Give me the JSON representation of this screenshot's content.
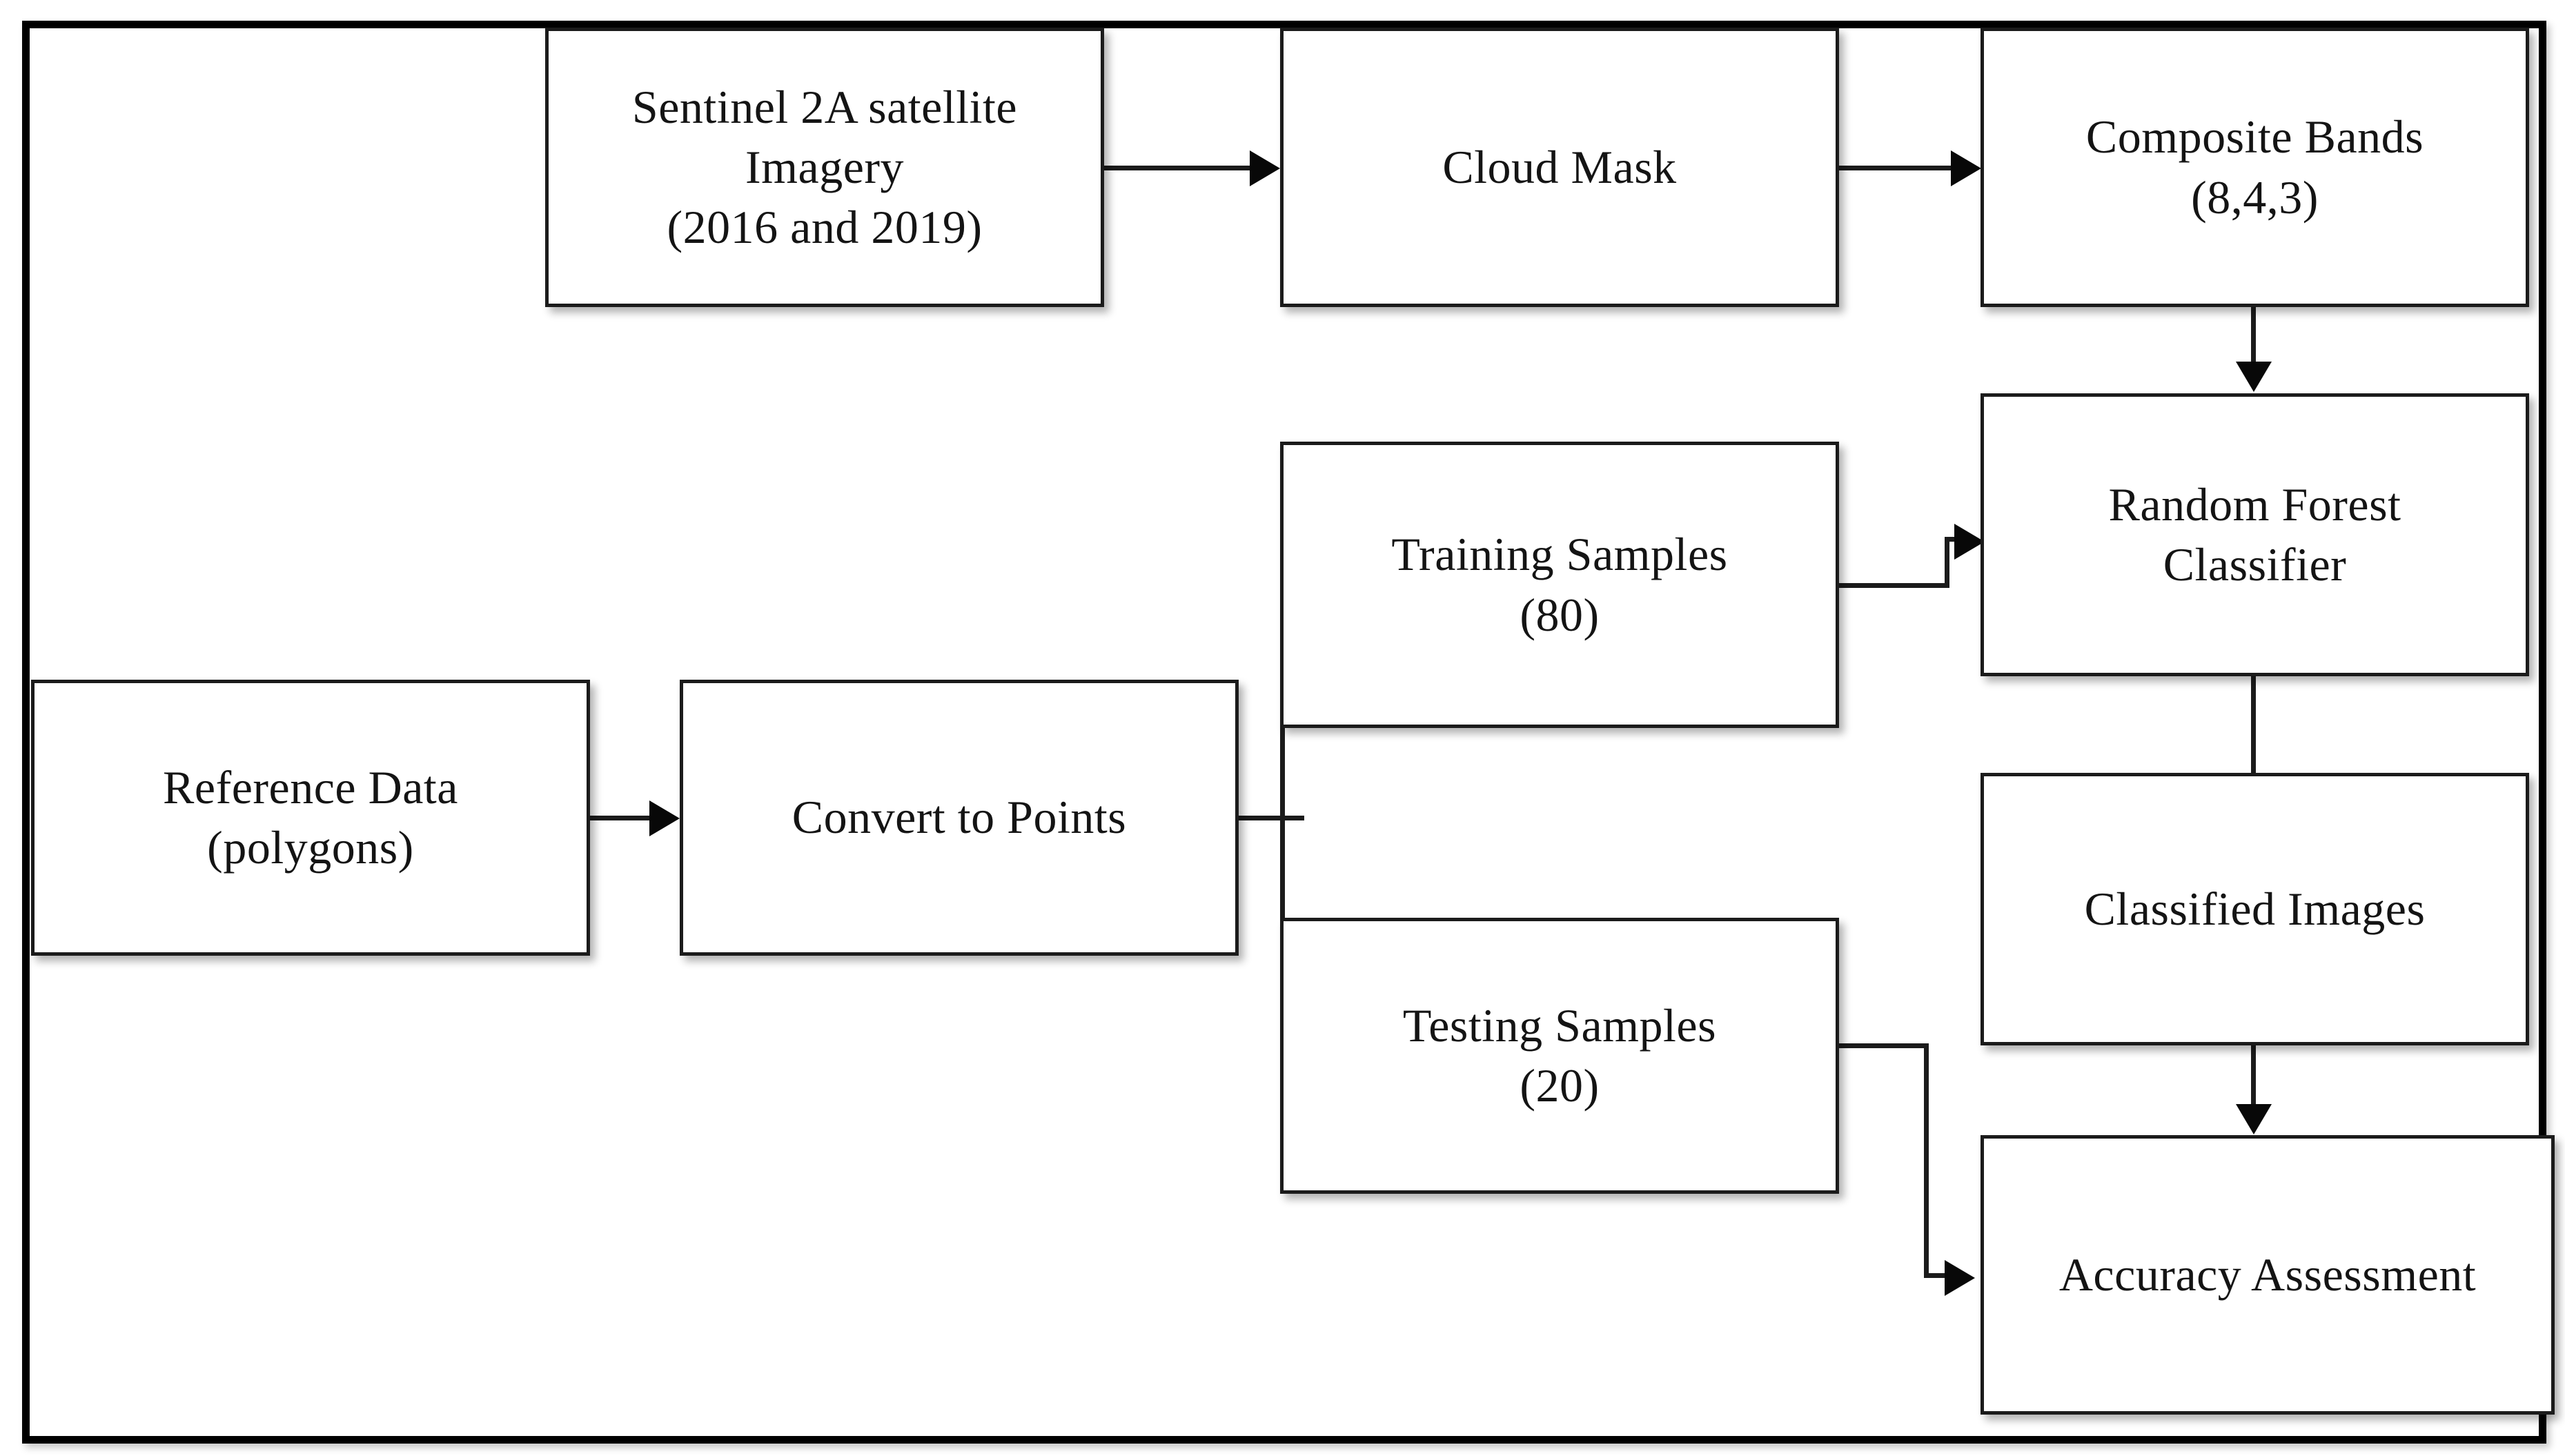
{
  "diagram": {
    "title": "Remote sensing classification workflow flowchart",
    "border_color": "#000000",
    "node_border_color": "#1b1b1b",
    "background": "#ffffff",
    "nodes": [
      {
        "id": "sentinel",
        "line1": "Sentinel 2A satellite",
        "line2": "Imagery",
        "line3": "(2016 and 2019)"
      },
      {
        "id": "cloudmask",
        "line1": "Cloud Mask",
        "line2": "",
        "line3": ""
      },
      {
        "id": "composite",
        "line1": "Composite Bands",
        "line2": "(8,4,3)",
        "line3": ""
      },
      {
        "id": "training",
        "line1": "Training Samples",
        "line2": "(80)",
        "line3": ""
      },
      {
        "id": "forest",
        "line1": "Random Forest",
        "line2": "Classifier",
        "line3": ""
      },
      {
        "id": "reference",
        "line1": "Reference Data",
        "line2": "(polygons)",
        "line3": ""
      },
      {
        "id": "convert",
        "line1": "Convert to Points",
        "line2": "",
        "line3": ""
      },
      {
        "id": "classified",
        "line1": "Classified Images",
        "line2": "",
        "line3": ""
      },
      {
        "id": "testing",
        "line1": "Testing Samples",
        "line2": "(20)",
        "line3": ""
      },
      {
        "id": "accuracy",
        "line1": "Accuracy Assessment",
        "line2": "",
        "line3": ""
      }
    ],
    "edges": [
      {
        "from": "sentinel",
        "to": "cloudmask",
        "style": "straight-right"
      },
      {
        "from": "cloudmask",
        "to": "composite",
        "style": "straight-right"
      },
      {
        "from": "composite",
        "to": "forest",
        "style": "straight-down"
      },
      {
        "from": "reference",
        "to": "convert",
        "style": "straight-right"
      },
      {
        "from": "convert",
        "to": "training",
        "style": "split-up"
      },
      {
        "from": "convert",
        "to": "testing",
        "style": "split-down"
      },
      {
        "from": "training",
        "to": "forest",
        "style": "step-right-up"
      },
      {
        "from": "forest",
        "to": "classified",
        "style": "straight-down-plain"
      },
      {
        "from": "classified",
        "to": "accuracy",
        "style": "straight-down"
      },
      {
        "from": "testing",
        "to": "accuracy",
        "style": "step-right-down"
      }
    ]
  }
}
